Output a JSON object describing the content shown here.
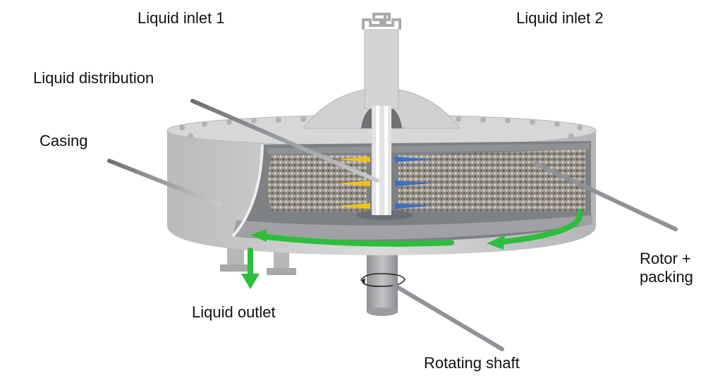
{
  "labels": {
    "liquid_inlet_1": "Liquid inlet 1",
    "liquid_inlet_2": "Liquid inlet 2",
    "liquid_distribution": "Liquid distribution",
    "casing": "Casing",
    "rotor_line1": "Rotor +",
    "rotor_line2": "packing",
    "liquid_outlet": "Liquid outlet",
    "rotating_shaft": "Rotating shaft"
  },
  "colors": {
    "casing": "#c9cacc",
    "casing_dark": "#a9abad",
    "packing": "#8a8580",
    "flow_arrow": "#2dbe3c",
    "inlet1_jets": "#f2c215",
    "inlet2_jets": "#3b6fc4",
    "leader": "#8f9296"
  }
}
